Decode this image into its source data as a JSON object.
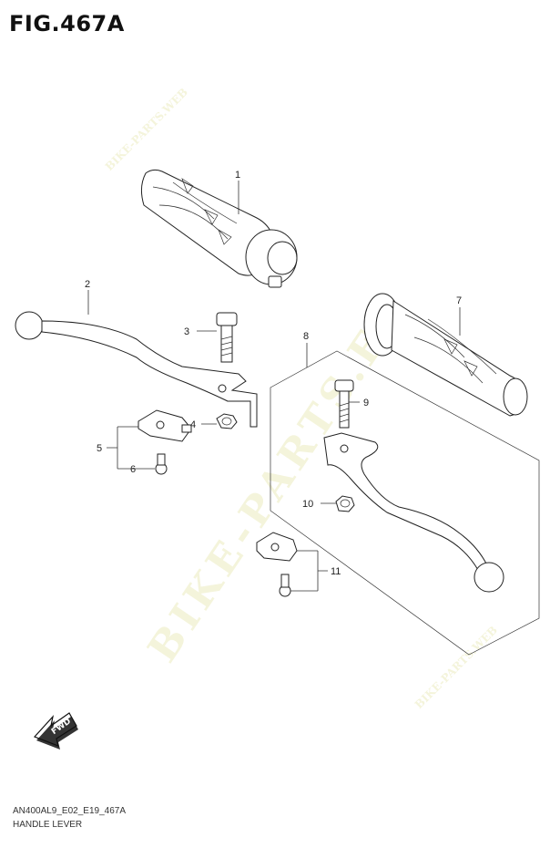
{
  "figure": {
    "title": "FIG.467A",
    "model_code": "AN400AL9_E02_E19_467A",
    "caption": "HANDLE LEVER"
  },
  "callouts": [
    {
      "id": "1",
      "label": "1"
    },
    {
      "id": "2",
      "label": "2"
    },
    {
      "id": "3",
      "label": "3"
    },
    {
      "id": "4",
      "label": "4"
    },
    {
      "id": "5",
      "label": "5"
    },
    {
      "id": "6",
      "label": "6"
    },
    {
      "id": "7",
      "label": "7"
    },
    {
      "id": "8",
      "label": "8"
    },
    {
      "id": "9",
      "label": "9"
    },
    {
      "id": "10",
      "label": "10"
    },
    {
      "id": "11",
      "label": "11"
    }
  ],
  "fwd_arrow": {
    "label": "FWD"
  },
  "watermark": {
    "main": "BIKE-PARTS.FR",
    "small": "BIKE-PARTS.WEB"
  }
}
